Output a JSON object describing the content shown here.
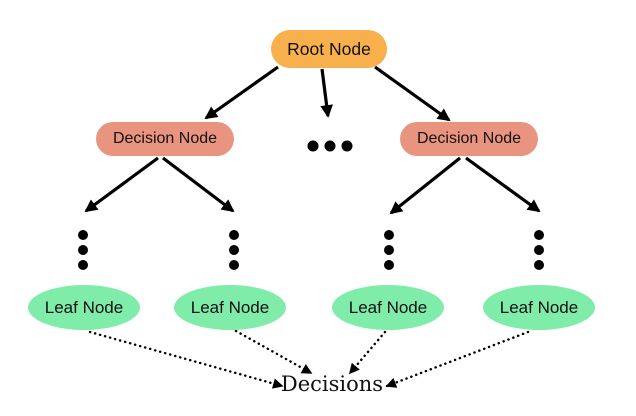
{
  "colors": {
    "background": "#ffffff",
    "root_node_fill": "#F8B04D",
    "decision_node_fill": "#E9947E",
    "leaf_node_fill": "#80ECAA",
    "node_text": "#111111",
    "arrow": "#000000"
  },
  "nodes": {
    "root": {
      "label": "Root Node"
    },
    "decision_left": {
      "label": "Decision Node"
    },
    "decision_right": {
      "label": "Decision Node"
    },
    "leaf_1": {
      "label": "Leaf Node"
    },
    "leaf_2": {
      "label": "Leaf Node"
    },
    "leaf_3": {
      "label": "Leaf Node"
    },
    "leaf_4": {
      "label": "Leaf Node"
    },
    "decisions": {
      "label": "Decisions"
    }
  },
  "icons": {
    "horizontal_ellipsis": "three-dots-horizontal",
    "vertical_ellipsis": "three-dots-vertical"
  }
}
